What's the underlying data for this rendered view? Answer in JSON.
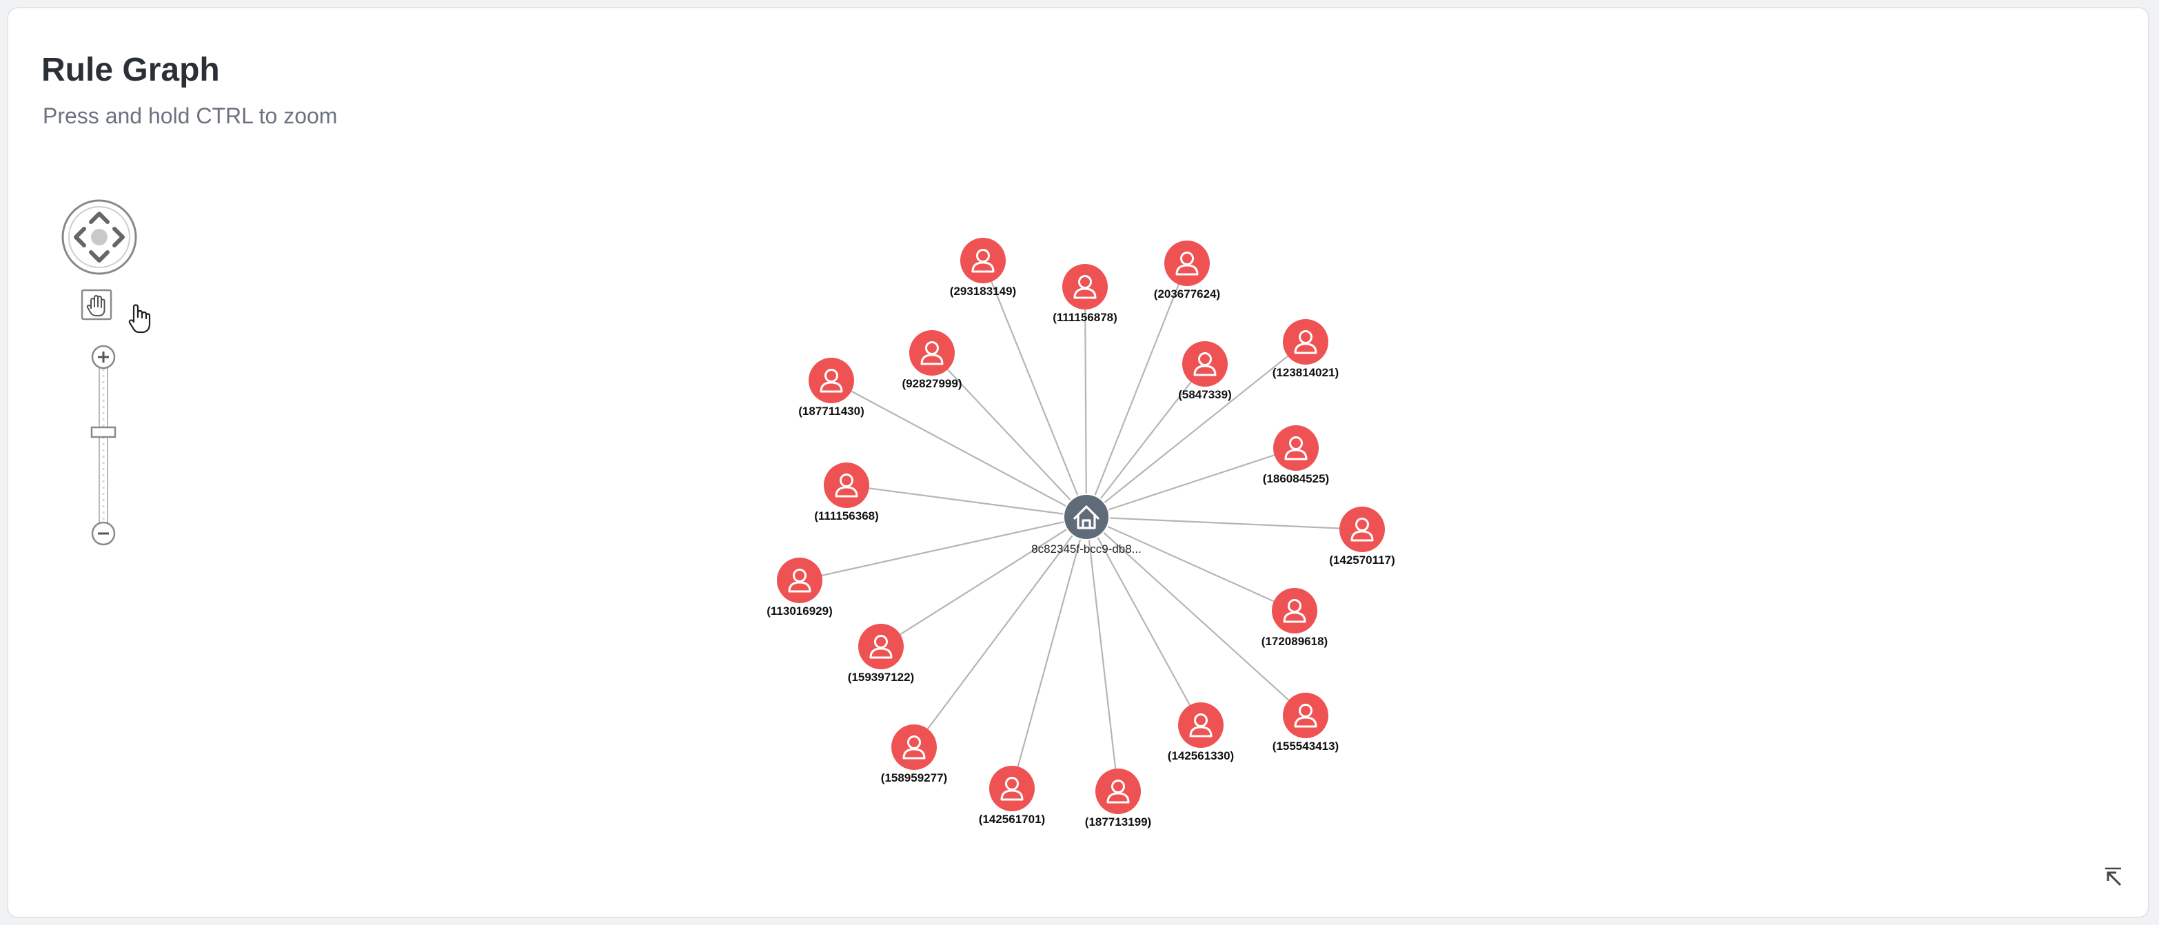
{
  "header": {
    "title": "Rule Graph",
    "subtitle": "Press and hold CTRL to zoom"
  },
  "controls": {
    "pan_control_icon": "arrows-pan-icon",
    "hand_icon": "hand-icon",
    "zoom_in_icon": "plus-icon",
    "zoom_out_icon": "minus-icon",
    "expand_icon": "arrow-up-left-icon"
  },
  "graph": {
    "center": {
      "label": "8c82345f-bcc9-db8...",
      "icon": "home-icon",
      "color": "#5f6b78"
    },
    "node_color": "#ee5253",
    "edge_color": "#b5b5b5",
    "node_icon": "person-icon",
    "nodes": [
      {
        "label": "(293183149)"
      },
      {
        "label": "(111156878)"
      },
      {
        "label": "(203677624)"
      },
      {
        "label": "(92827999)"
      },
      {
        "label": "(187711430)"
      },
      {
        "label": "(5847339)"
      },
      {
        "label": "(123814021)"
      },
      {
        "label": "(186084525)"
      },
      {
        "label": "(111156368)"
      },
      {
        "label": "(142570117)"
      },
      {
        "label": "(113016929)"
      },
      {
        "label": "(172089618)"
      },
      {
        "label": "(159397122)"
      },
      {
        "label": "(155543413)"
      },
      {
        "label": "(142561330)"
      },
      {
        "label": "(158959277)"
      },
      {
        "label": "(142561701)"
      },
      {
        "label": "(187713199)"
      }
    ]
  }
}
